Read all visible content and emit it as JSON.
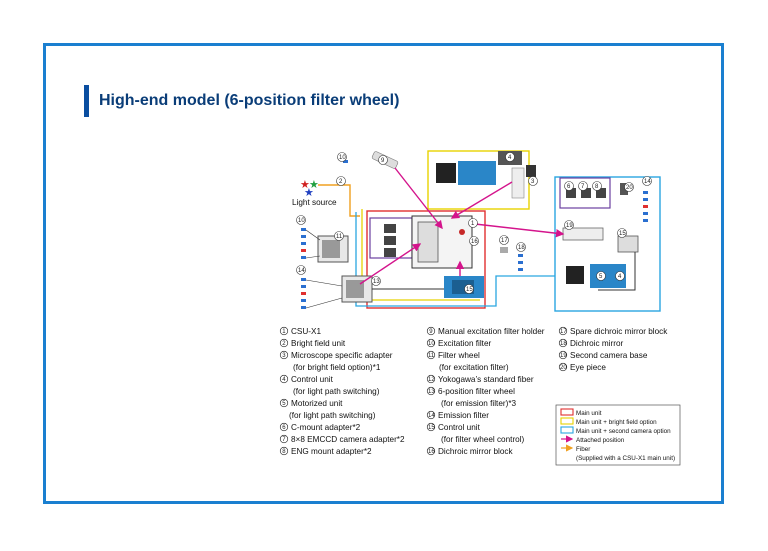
{
  "page": {
    "title": "High-end model (6-position filter wheel)"
  },
  "diagram": {
    "light_source_label": "Light source",
    "numbers": [
      "1",
      "2",
      "3",
      "4",
      "5",
      "6",
      "7",
      "8",
      "9",
      "10",
      "11",
      "12",
      "13",
      "14",
      "15",
      "16",
      "17",
      "18",
      "19",
      "20"
    ]
  },
  "components": [
    {
      "num": "1",
      "label": "CSU-X1"
    },
    {
      "num": "2",
      "label": "Bright field unit"
    },
    {
      "num": "3",
      "label": "Microscope specific adapter"
    },
    {
      "num": "",
      "label": "(for bright field option)*1"
    },
    {
      "num": "4",
      "label": "Control unit"
    },
    {
      "num": "",
      "label": "(for light path switching)"
    },
    {
      "num": "5",
      "label": "Motorized unit"
    },
    {
      "num": "",
      "label": "(for light path switching)"
    },
    {
      "num": "6",
      "label": "C-mount adapter*2"
    },
    {
      "num": "7",
      "label": "8×8 EMCCD camera adapter*2"
    },
    {
      "num": "8",
      "label": "ENG mount adapter*2"
    },
    {
      "num": "9",
      "label": "Manual excitation filter holder"
    },
    {
      "num": "10",
      "label": "Excitation filter"
    },
    {
      "num": "11",
      "label": "Filter wheel"
    },
    {
      "num": "",
      "label": "(for excitation filter)"
    },
    {
      "num": "12",
      "label": "Yokogawa’s standard fiber"
    },
    {
      "num": "13",
      "label": "6-position filter wheel"
    },
    {
      "num": "",
      "label": "(for emission filter)*3"
    },
    {
      "num": "14",
      "label": "Emission filter"
    },
    {
      "num": "15",
      "label": "Control unit"
    },
    {
      "num": "",
      "label": "(for filter wheel control)"
    },
    {
      "num": "16",
      "label": "Dichroic mirror block"
    },
    {
      "num": "17",
      "label": "Spare dichroic mirror block"
    },
    {
      "num": "18",
      "label": "Dichroic mirror"
    },
    {
      "num": "19",
      "label": "Second camera base"
    },
    {
      "num": "20",
      "label": "Eye piece"
    }
  ],
  "legend": [
    {
      "label": "Main unit",
      "color": "#e03030",
      "kind": "box"
    },
    {
      "label": "Main unit + bright field option",
      "color": "#e8d200",
      "kind": "box"
    },
    {
      "label": "Main unit + second camera option",
      "color": "#2aa6e0",
      "kind": "box"
    },
    {
      "label": "Attached position",
      "color": "#d4148c",
      "kind": "arrow"
    },
    {
      "label": "Fiber",
      "color": "#f0a020",
      "kind": "arrow"
    },
    {
      "label": "(Supplied with a CSU-X1 main unit)",
      "color": "",
      "kind": "note"
    }
  ]
}
